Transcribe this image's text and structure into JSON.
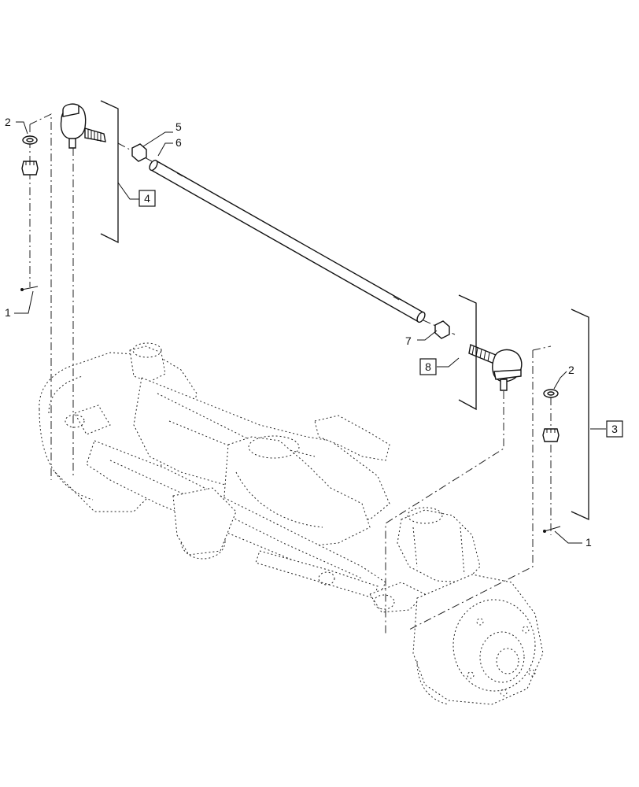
{
  "callouts": {
    "pin_left": "1",
    "washer_left": "2",
    "assy_right": "3",
    "assy_left": "4",
    "nut_left_rod": "5",
    "tie_rod": "6",
    "nut_right_rod": "7",
    "assy_center": "8",
    "washer_right": "2",
    "pin_right": "1"
  }
}
